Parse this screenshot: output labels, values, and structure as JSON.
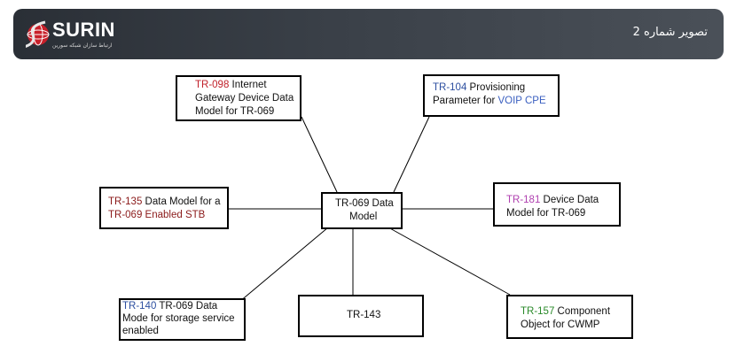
{
  "header": {
    "brand": "SURIN",
    "tagline": "ارتباط سازان شبکه سورین",
    "title": "تصویر شماره 2",
    "colors": {
      "bar": "#2f343b",
      "logo_red": "#c8202a"
    }
  },
  "diagram": {
    "center": {
      "line1": "TR-069 Data",
      "line2": "Model"
    },
    "nodes": [
      {
        "id": "tr098",
        "code": "TR-098",
        "code_color": "#c0202a",
        "rest": " Internet Gateway Device Data Model for TR-069",
        "rest_color": "#111111"
      },
      {
        "id": "tr104",
        "code": "TR-104",
        "code_color": "#2d4fa0",
        "rest": " Provisioning Parameter for ",
        "rest_color": "#111111",
        "tail": "VOIP CPE",
        "tail_color": "#3a5fc0"
      },
      {
        "id": "tr135",
        "code": "TR-135",
        "code_color": "#8b1a1a",
        "rest": " Data Model for a ",
        "rest_color": "#111111",
        "tail": "TR-069 Enabled STB",
        "tail_color": "#8b1a1a"
      },
      {
        "id": "tr181",
        "code": "TR-181",
        "code_color": "#b040b0",
        "rest": " Device Data Model for TR-069",
        "rest_color": "#111111"
      },
      {
        "id": "tr140",
        "code": "TR-140",
        "code_color": "#2d4fa0",
        "rest": " TR-069 Data Mode for storage service enabled",
        "rest_color": "#111111"
      },
      {
        "id": "tr143",
        "code": "TR-143",
        "code_color": "#111111",
        "rest": "",
        "rest_color": "#111111"
      },
      {
        "id": "tr157",
        "code": "TR-157",
        "code_color": "#2a8a2a",
        "rest": " Component Object for CWMP",
        "rest_color": "#111111"
      }
    ]
  }
}
